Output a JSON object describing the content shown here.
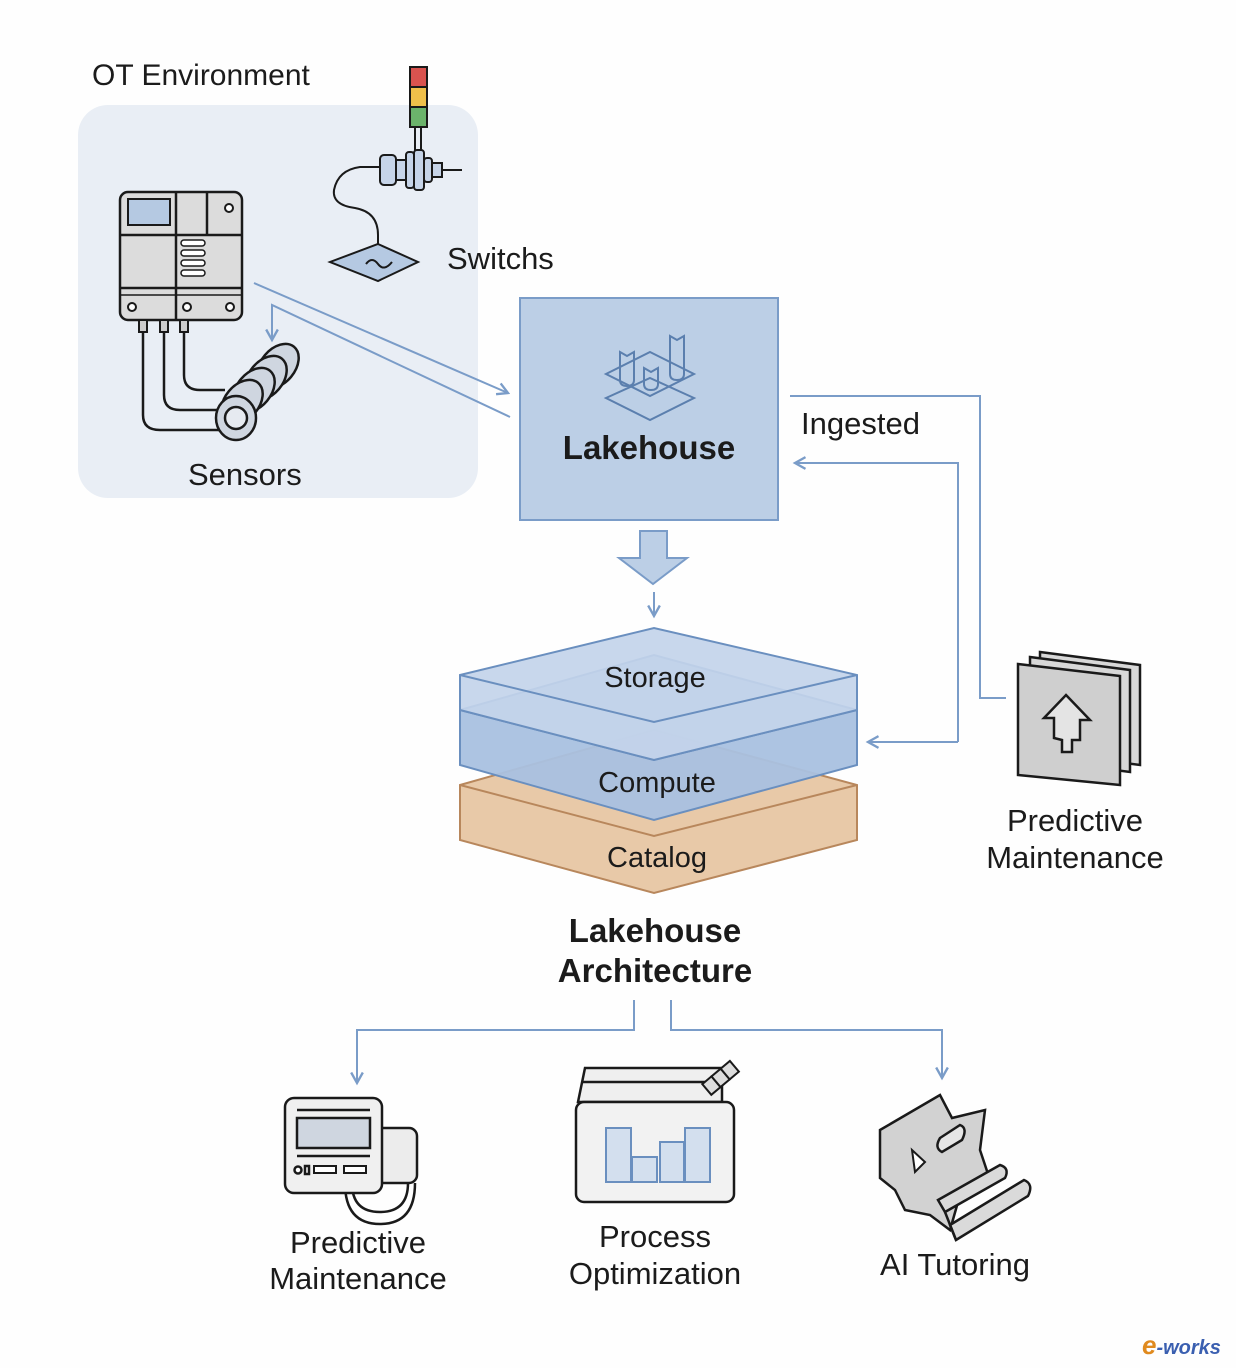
{
  "diagram": {
    "title": "Lakehouse Architecture",
    "ot_environment": {
      "label": "OT Environment",
      "devices": [
        {
          "name": "Switchs",
          "icon": "signal-tower-switch-icon"
        },
        {
          "name": "Sensors",
          "icon": "plc-sensor-icon"
        }
      ]
    },
    "lakehouse": {
      "label": "Lakehouse",
      "icon": "lakehouse-icon"
    },
    "ingest": {
      "label": "Ingested"
    },
    "feedback_source": {
      "label_line1": "Predictive",
      "label_line2": "Maintenance",
      "icon": "maintenance-book-icon"
    },
    "layers": [
      {
        "name": "Storage",
        "color": "#c3d4ea"
      },
      {
        "name": "Compute",
        "color": "#a9c1e0"
      },
      {
        "name": "Catalog",
        "color": "#e8c9a8"
      }
    ],
    "architecture_label_line1": "Lakehouse",
    "architecture_label_line2": "Architecture",
    "use_cases": [
      {
        "line1": "Predictive",
        "line2": "Maintenance",
        "icon": "monitor-device-icon"
      },
      {
        "line1": "Process",
        "line2": "Optimization",
        "icon": "bar-chart-dashboard-icon"
      },
      {
        "line1": "AI Tutoring",
        "line2": "",
        "icon": "hand-scroll-icon"
      }
    ],
    "colors": {
      "arrow": "#7a9cc8",
      "panel_bg": "#e9eef5",
      "lakehouse_fill": "#bccfe6",
      "catalog_fill": "#e8c9a8",
      "catalog_stroke": "#b8875c",
      "light_red": "#d9534f",
      "light_yellow": "#f0c04a",
      "light_green": "#6bb36b"
    },
    "watermark": {
      "prefix": "e",
      "suffix": "-works"
    }
  }
}
